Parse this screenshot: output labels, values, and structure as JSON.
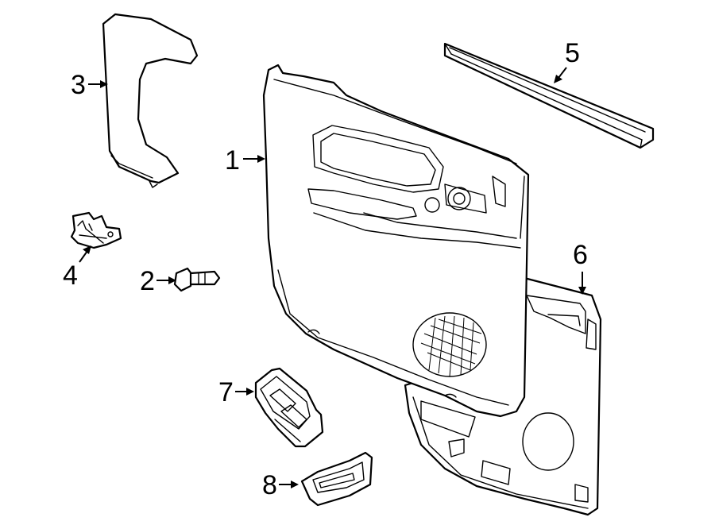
{
  "diagram": {
    "colors": {
      "background": "#ffffff",
      "line": "#000000"
    },
    "callouts": [
      {
        "id": "1",
        "label": "1",
        "part": "front-door-trim-panel"
      },
      {
        "id": "2",
        "label": "2",
        "part": "trim-panel-screw"
      },
      {
        "id": "3",
        "label": "3",
        "part": "pillar-trim-cover"
      },
      {
        "id": "4",
        "label": "4",
        "part": "mounting-bracket"
      },
      {
        "id": "5",
        "label": "5",
        "part": "belt-weatherstrip"
      },
      {
        "id": "6",
        "label": "6",
        "part": "rear-door-trim-panel"
      },
      {
        "id": "7",
        "label": "7",
        "part": "window-switch-bezel"
      },
      {
        "id": "8",
        "label": "8",
        "part": "door-handle-bezel"
      }
    ]
  }
}
